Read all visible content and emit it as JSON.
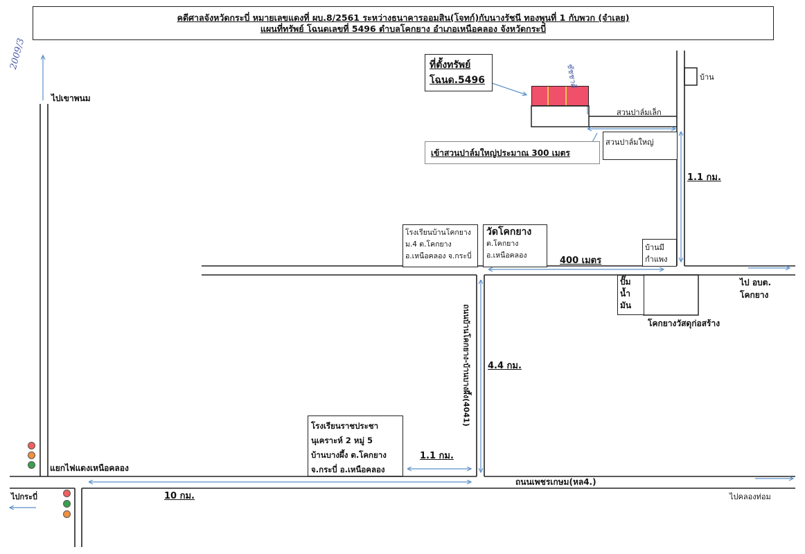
{
  "title": {
    "line1": "คดีศาลจังหวัดกระบี่ หมายเลขแดงที่ ผบ.8/2561 ระหว่างธนาคารออมสิน(โจทก์)กับนางรัชนี ทองพูนที่ 1 กับพวก (จำเลย)",
    "line2": "แผนที่ทรัพย์ โฉนดเลขที่ 5496  ตำบลโคกยาง อำเภอเหนือคลอง จังหวัดกระบี่"
  },
  "property": {
    "label_line1": "ที่ตั้งทรัพย์",
    "label_line2": "โฉนด.5496",
    "fill_color": "#f0506a",
    "stripe_color": "#e8c84a"
  },
  "labels": {
    "to_khao_phanom": "ไปเขาพนม",
    "house": "บ้าน",
    "small_palm": "สวนปาล์มเล็ก",
    "big_palm": "สวนปาล์มใหญ่",
    "entry_note": "เข้าสวนปาล์มใหญ่ประมาณ 300 เมตร",
    "dist_1_1_top": "1.1 กม.",
    "school_kokyang_1": "โรงเรียนบ้านโคกยาง",
    "school_kokyang_2": "ม.4 ต.โคกยาง",
    "school_kokyang_3": "อ.เหนือคลอง จ.กระบี่",
    "wat_1": "วัดโคกยาง",
    "wat_2": "ต.โคกยาง",
    "wat_3": "อ.เหนือคลอง",
    "house_wall_1": "บ้านมี",
    "house_wall_2": "กำแพง",
    "dist_400": "400 เมตร",
    "to_obt_1": "ไป อบต.",
    "to_obt_2": "โคกยาง",
    "gas_1": "ปั๊ม",
    "gas_2": "น้ำ",
    "gas_3": "มัน",
    "kokyang_store": "โคกยางวัสดุก่อสร้าง",
    "road_vertical": "ถนนบ้านโคกยาง-บ้านบางผึ้ง(4041)",
    "dist_4_4": "4.4 กม.",
    "school_rat_1": "โรงเรียนราชประชา",
    "school_rat_2": "นุเคราะห์ 2    หมู่ 5",
    "school_rat_3": "บ้านบางผึ้ง ต.โคกยาง",
    "school_rat_4": "จ.กระบี่ อ.เหนือคลอง",
    "dist_1_1_bottom": "1.1 กม.",
    "junction": "แยกไฟแดงเหนือคลอง",
    "petchkasem": "ถนนเพชรเกษม(หล4.)",
    "to_krabi": "ไปกระบี่",
    "dist_10": "10 กม.",
    "to_khlong_thom": "ไปคลองท่อม"
  },
  "handwriting": {
    "margin_note": "2009/3",
    "signature_note": "ชัชชาติ"
  },
  "colors": {
    "arrow": "#5a8fc8",
    "light_red": "#f06060",
    "light_orange": "#f09040",
    "light_green": "#3aa050"
  }
}
